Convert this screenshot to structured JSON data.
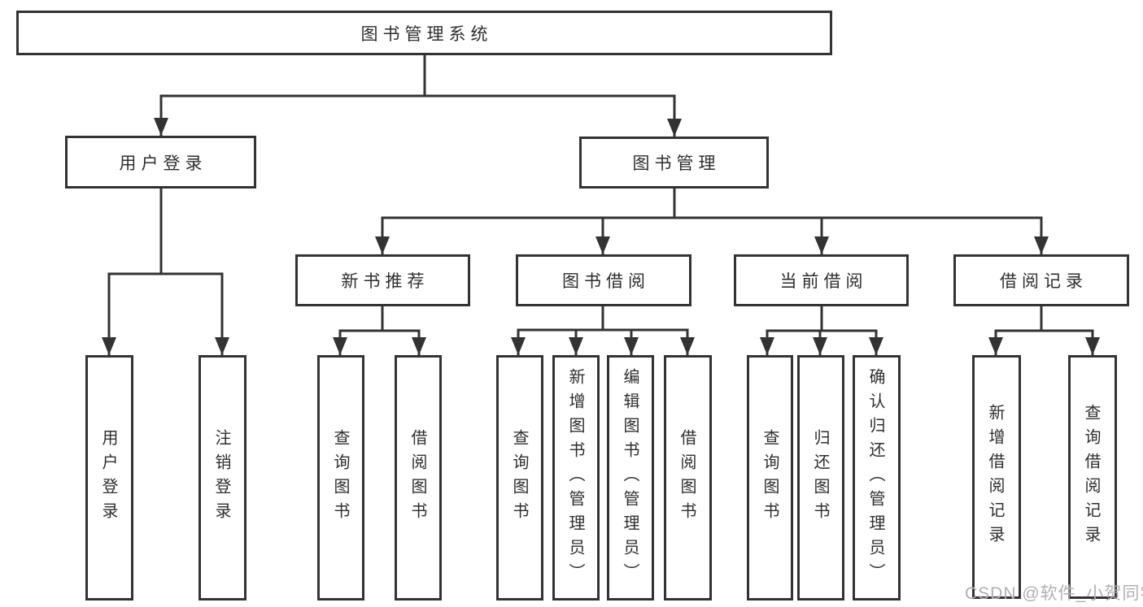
{
  "tree": {
    "label": "图书管理系统",
    "children": [
      {
        "label": "用户登录",
        "children": [
          {
            "label": "用户登录"
          },
          {
            "label": "注销登录"
          }
        ]
      },
      {
        "label": "图书管理",
        "children": [
          {
            "label": "新书推荐",
            "children": [
              {
                "label": "查询图书"
              },
              {
                "label": "借阅图书"
              }
            ]
          },
          {
            "label": "图书借阅",
            "children": [
              {
                "label": "查询图书"
              },
              {
                "label": "新增图书（管理员）"
              },
              {
                "label": "编辑图书（管理员）"
              },
              {
                "label": "借阅图书"
              }
            ]
          },
          {
            "label": "当前借阅",
            "children": [
              {
                "label": "查询图书"
              },
              {
                "label": "归还图书"
              },
              {
                "label": "确认归还（管理员）"
              }
            ]
          },
          {
            "label": "借阅记录",
            "children": [
              {
                "label": "新增借阅记录"
              },
              {
                "label": "查询借阅记录"
              }
            ]
          }
        ]
      }
    ]
  },
  "watermark": {
    "text": "CSDN @软件_小贺同学"
  },
  "colors": {
    "line": "#333333",
    "border": "#333333",
    "text": "#2e2e2e",
    "watermark": "#b0b0b0",
    "background": "#ffffff"
  }
}
